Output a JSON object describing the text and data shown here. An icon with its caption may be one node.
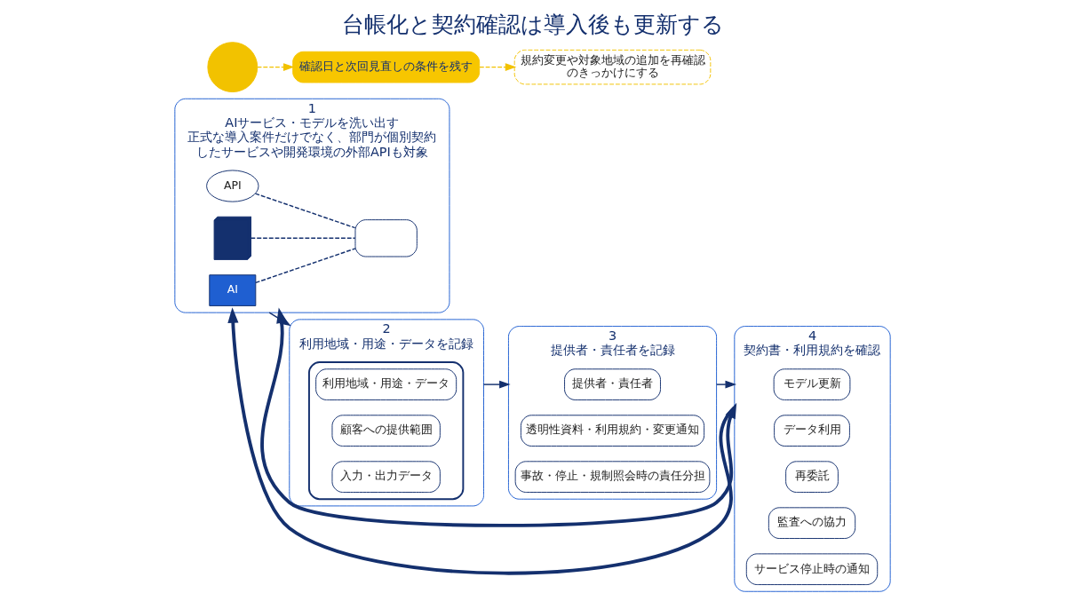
{
  "diagram": {
    "title": "台帳化と契約確認は導入後も更新する",
    "nodes": [
      {
        "text": [
          "1",
          "AIサービス・モデルを洗い出す",
          "正式な導入案件だけでなく、部門が個別契約したサービスや開発環境の外部APIも対象"
        ]
      },
      {
        "text": [
          "AI"
        ],
        "in": 0
      },
      {
        "text": [
          "API"
        ],
        "in": 0
      },
      {
        "text": [],
        "shape": "building",
        "in": 0
      },
      {
        "text": [],
        "shape": "box",
        "in": 0
      },
      {
        "text": [
          "2",
          "利用地域・用途・データを記録"
        ]
      },
      {
        "text": [],
        "shape": "clipboard",
        "in": 5
      },
      {
        "text": [
          "利用地域・用途・データ"
        ],
        "in": 6
      },
      {
        "text": [
          "顧客への提供範囲"
        ],
        "in": 6
      },
      {
        "text": [
          "入力・出力データ"
        ],
        "in": 6
      },
      {
        "text": [
          "3",
          "提供者・責任者を記録"
        ]
      },
      {
        "text": [
          "提供者・責任者"
        ],
        "in": 10
      },
      {
        "text": [
          "透明性資料・利用規約・変更通知"
        ],
        "in": 10
      },
      {
        "text": [
          "事故・停止・規制照会時の責任分担"
        ],
        "in": 10
      },
      {
        "text": [
          "4",
          "契約書・利用規約を確認"
        ]
      },
      {
        "text": [
          "モデル更新"
        ],
        "in": 14
      },
      {
        "text": [
          "データ利用"
        ],
        "in": 14
      },
      {
        "text": [
          "再委託"
        ],
        "in": 14
      },
      {
        "text": [
          "監査への協力"
        ],
        "in": 14
      },
      {
        "text": [
          "サービス停止時の通知"
        ],
        "in": 14
      },
      {
        "text": [],
        "shape": "circle"
      },
      {
        "text": [
          "確認日と次回見直しの条件を残す"
        ]
      },
      {
        "text": [
          "規約変更や対象地域の追加を再確認のきっかけにする"
        ]
      }
    ],
    "edges": [
      {
        "from": 1,
        "to": 4,
        "arrow": "none",
        "style": "dashed"
      },
      {
        "from": 2,
        "to": 4,
        "arrow": "none",
        "style": "dashed"
      },
      {
        "from": 3,
        "to": 4,
        "arrow": "none",
        "style": "dashed"
      },
      {
        "from": 0,
        "to": 5,
        "arrow": "to"
      },
      {
        "from": 5,
        "to": 10,
        "arrow": "to"
      },
      {
        "from": 10,
        "to": 14,
        "arrow": "to"
      },
      {
        "from": 0,
        "to": 14,
        "arrow": "both",
        "style": "thick"
      },
      {
        "from": 14,
        "to": 0,
        "arrow": "to",
        "style": "thick"
      },
      {
        "from": 20,
        "to": 21,
        "arrow": "to",
        "style": "dashed",
        "color": "#f2c200"
      },
      {
        "from": 21,
        "to": 22,
        "arrow": "to",
        "style": "dashed",
        "color": "#f2c200"
      }
    ]
  }
}
